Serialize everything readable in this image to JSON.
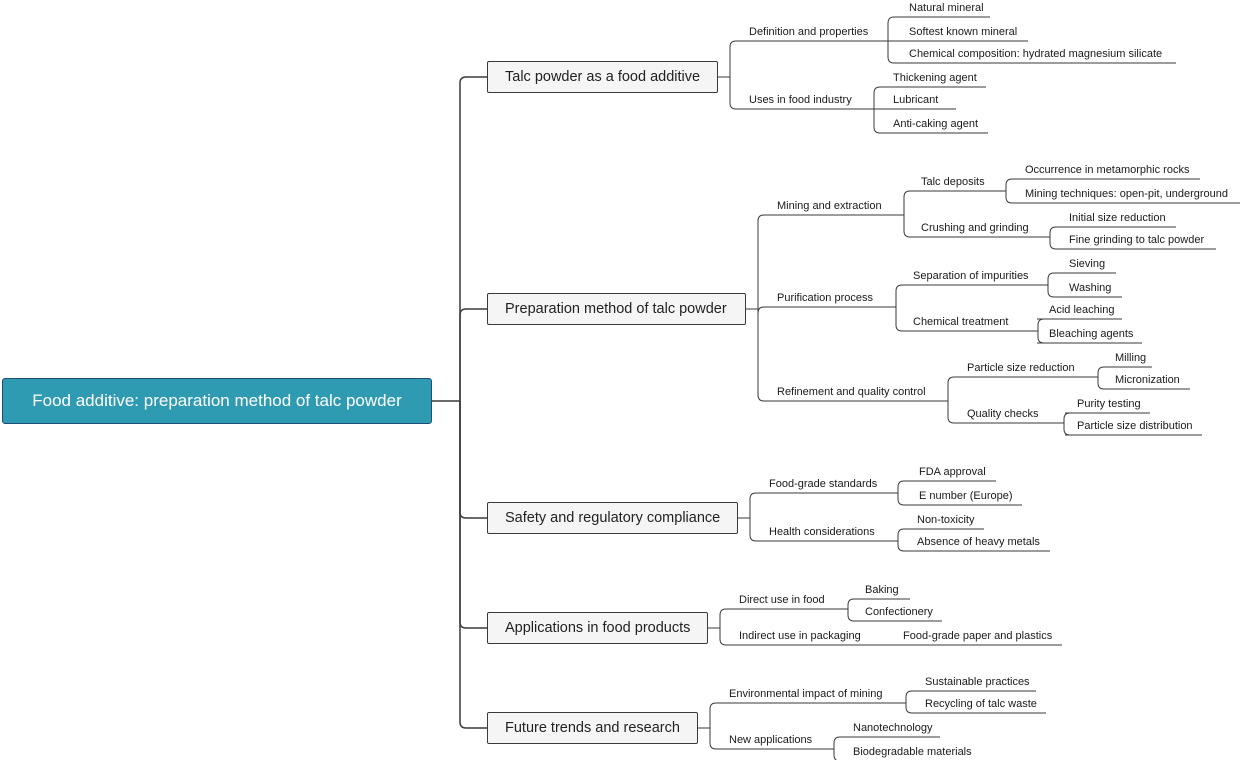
{
  "root": "Food additive: preparation method of talc powder",
  "branches": [
    {
      "label": "Talc powder as a food additive",
      "children": [
        {
          "label": "Definition and properties",
          "children": [
            {
              "label": "Natural mineral"
            },
            {
              "label": "Softest known mineral"
            },
            {
              "label": "Chemical composition: hydrated magnesium silicate"
            }
          ]
        },
        {
          "label": "Uses in food industry",
          "children": [
            {
              "label": "Thickening agent"
            },
            {
              "label": "Lubricant"
            },
            {
              "label": "Anti-caking agent"
            }
          ]
        }
      ]
    },
    {
      "label": "Preparation method of talc powder",
      "children": [
        {
          "label": "Mining and extraction",
          "children": [
            {
              "label": "Talc deposits",
              "children": [
                {
                  "label": "Occurrence in metamorphic rocks"
                },
                {
                  "label": "Mining techniques: open-pit, underground"
                }
              ]
            },
            {
              "label": "Crushing and grinding",
              "children": [
                {
                  "label": "Initial size reduction"
                },
                {
                  "label": "Fine grinding to talc powder"
                }
              ]
            }
          ]
        },
        {
          "label": "Purification process",
          "children": [
            {
              "label": "Separation of impurities",
              "children": [
                {
                  "label": "Sieving"
                },
                {
                  "label": "Washing"
                }
              ]
            },
            {
              "label": "Chemical treatment",
              "children": [
                {
                  "label": "Acid leaching"
                },
                {
                  "label": "Bleaching agents"
                }
              ]
            }
          ]
        },
        {
          "label": "Refinement and quality control",
          "children": [
            {
              "label": "Particle size reduction",
              "children": [
                {
                  "label": "Milling"
                },
                {
                  "label": "Micronization"
                }
              ]
            },
            {
              "label": "Quality checks",
              "children": [
                {
                  "label": "Purity testing"
                },
                {
                  "label": "Particle size distribution"
                }
              ]
            }
          ]
        }
      ]
    },
    {
      "label": "Safety and regulatory compliance",
      "children": [
        {
          "label": "Food-grade standards",
          "children": [
            {
              "label": "FDA approval"
            },
            {
              "label": "E number (Europe)"
            }
          ]
        },
        {
          "label": "Health considerations",
          "children": [
            {
              "label": "Non-toxicity"
            },
            {
              "label": "Absence of heavy metals"
            }
          ]
        }
      ]
    },
    {
      "label": "Applications in food products",
      "children": [
        {
          "label": "Direct use in food",
          "children": [
            {
              "label": "Baking"
            },
            {
              "label": "Confectionery"
            }
          ]
        },
        {
          "label": "Indirect use in packaging",
          "children": [
            {
              "label": "Food-grade paper and plastics"
            }
          ]
        }
      ]
    },
    {
      "label": "Future trends and research",
      "children": [
        {
          "label": "Environmental impact of mining",
          "children": [
            {
              "label": "Sustainable practices"
            },
            {
              "label": "Recycling of talc waste"
            }
          ]
        },
        {
          "label": "New applications",
          "children": [
            {
              "label": "Nanotechnology"
            },
            {
              "label": "Biodegradable materials"
            }
          ]
        }
      ]
    }
  ],
  "colors": {
    "root_fill": "#2f9bb2",
    "root_border": "#1f4e79",
    "connector": "#3a3a3a",
    "underline": "#555555"
  }
}
